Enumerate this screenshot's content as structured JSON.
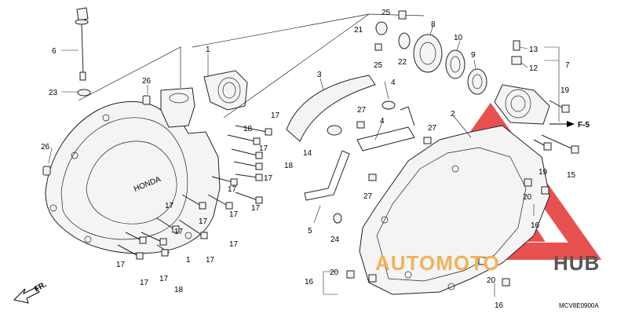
{
  "diagram": {
    "callouts": {
      "c1_top": "1",
      "c1_bottom": "1",
      "c2": "2",
      "c3": "3",
      "c4_top": "4",
      "c4_mid": "4",
      "c5": "5",
      "c6": "6",
      "c7": "7",
      "c8": "8",
      "c9": "9",
      "c10": "10",
      "c12": "12",
      "c13": "13",
      "c14": "14",
      "c15": "15",
      "c16_bl": "16",
      "c16_right": "16",
      "c16_bottom": "16",
      "c17_a": "17",
      "c17_b": "17",
      "c17_c": "17",
      "c17_d": "17",
      "c17_e": "17",
      "c17_f": "17",
      "c17_g": "17",
      "c17_h": "17",
      "c17_i": "17",
      "c17_j": "17",
      "c17_k": "17",
      "c17_l": "17",
      "c18_a": "18",
      "c18_b": "18",
      "c18_c": "18",
      "c19_a": "19",
      "c19_b": "19",
      "c20_a": "20",
      "c20_b": "20",
      "c20_c": "20",
      "c21": "21",
      "c22": "22",
      "c23": "23",
      "c24": "24",
      "c25_top": "25",
      "c25_mid": "25",
      "c26_a": "26",
      "c26_b": "26",
      "c27_a": "27",
      "c27_b": "27",
      "c27_c": "27"
    },
    "direction_label": "F-5",
    "front_label": "FR.",
    "diagram_code": "MCV8E0900A",
    "watermark": {
      "auto_moto": "AUTOMOTO",
      "hub": "HUB",
      "triangle_color": "#e63232",
      "auto_color": "#f2b25a",
      "hub_color": "#555555"
    },
    "cover_logo": "HONDA"
  }
}
